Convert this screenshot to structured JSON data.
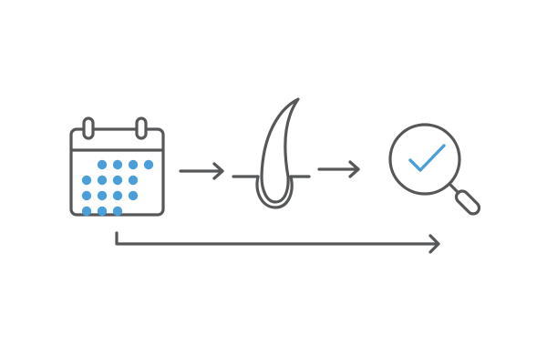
{
  "diagram": {
    "colors": {
      "outline": "#555759",
      "accent": "#4a9fd8",
      "background": "#ffffff"
    },
    "steps": [
      {
        "icon": "calendar-icon"
      },
      {
        "icon": "hair-follicle-icon"
      },
      {
        "icon": "magnifier-check-icon"
      }
    ],
    "calendar_dot_rows": [
      4,
      4,
      4,
      3
    ],
    "connectors": [
      {
        "name": "arrow-calendar-to-follicle",
        "direction": "right"
      },
      {
        "name": "arrow-follicle-to-magnifier",
        "direction": "right"
      },
      {
        "name": "arrow-timeline",
        "direction": "right"
      }
    ]
  }
}
